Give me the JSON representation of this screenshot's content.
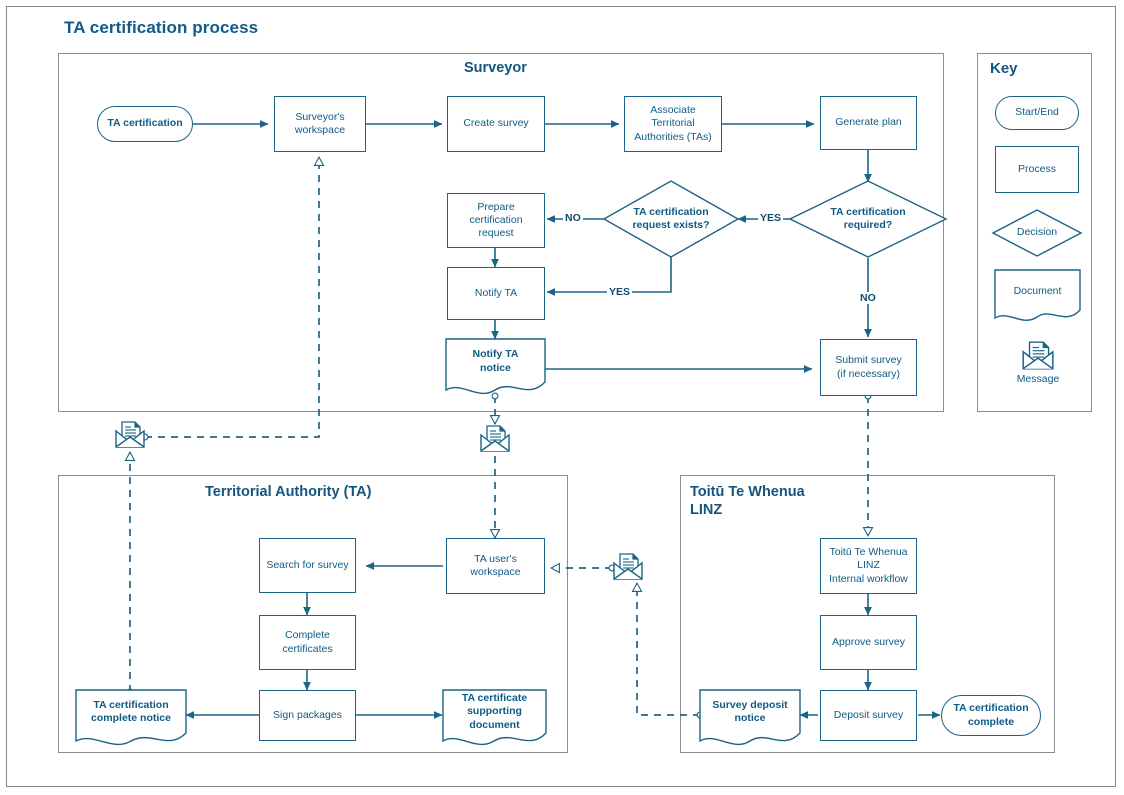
{
  "page": {
    "title": "TA certification process"
  },
  "pools": {
    "surveyor": {
      "title": "Surveyor"
    },
    "ta": {
      "title": "Territorial Authority (TA)"
    },
    "linz": {
      "title_line1": "Toitū Te Whenua",
      "title_line2": "LINZ"
    }
  },
  "key": {
    "title": "Key",
    "items": [
      {
        "label": "Start/End",
        "shape": "terminator"
      },
      {
        "label": "Process",
        "shape": "rectangle"
      },
      {
        "label": "Decision",
        "shape": "diamond"
      },
      {
        "label": "Document",
        "shape": "document"
      },
      {
        "label": "Message",
        "shape": "envelope-icon"
      }
    ]
  },
  "nodes": {
    "ta_certification_start": "TA certification",
    "surveyors_workspace": "Surveyor's\nworkspace",
    "create_survey": "Create survey",
    "associate_tas": "Associate\nTerritorial\nAuthorities (TAs)",
    "generate_plan": "Generate plan",
    "ta_certification_required": "TA certification\nrequired?",
    "ta_certification_request_exists": "TA certification\nrequest exists?",
    "prepare_certification_request": "Prepare\ncertification\nrequest",
    "notify_ta": "Notify TA",
    "notify_ta_notice": "Notify TA\nnotice",
    "submit_survey": "Submit survey\n(if necessary)",
    "ta_users_workspace": "TA user's\nworkspace",
    "search_for_survey": "Search for survey",
    "complete_certificates": "Complete\ncertificates",
    "sign_packages": "Sign packages",
    "ta_certification_complete_notice": "TA certification\ncomplete notice",
    "ta_certificate_supporting_document": "TA certificate\nsupporting\ndocument",
    "linz_internal_workflow": "Toitū Te Whenua\nLINZ\nInternal workflow",
    "approve_survey": "Approve survey",
    "deposit_survey": "Deposit survey",
    "survey_deposit_notice": "Survey deposit\nnotice",
    "ta_certification_complete_end": "TA certification\ncomplete"
  },
  "edge_labels": {
    "required_yes": "YES",
    "required_no": "NO",
    "exists_no": "NO",
    "exists_yes": "YES"
  },
  "colors": {
    "accent": "#1b6485",
    "title": "#125a87",
    "text": "#0f5b84",
    "pool_border": "#8d8d8d",
    "frame_border": "#8a8a8a",
    "background": "#ffffff"
  }
}
